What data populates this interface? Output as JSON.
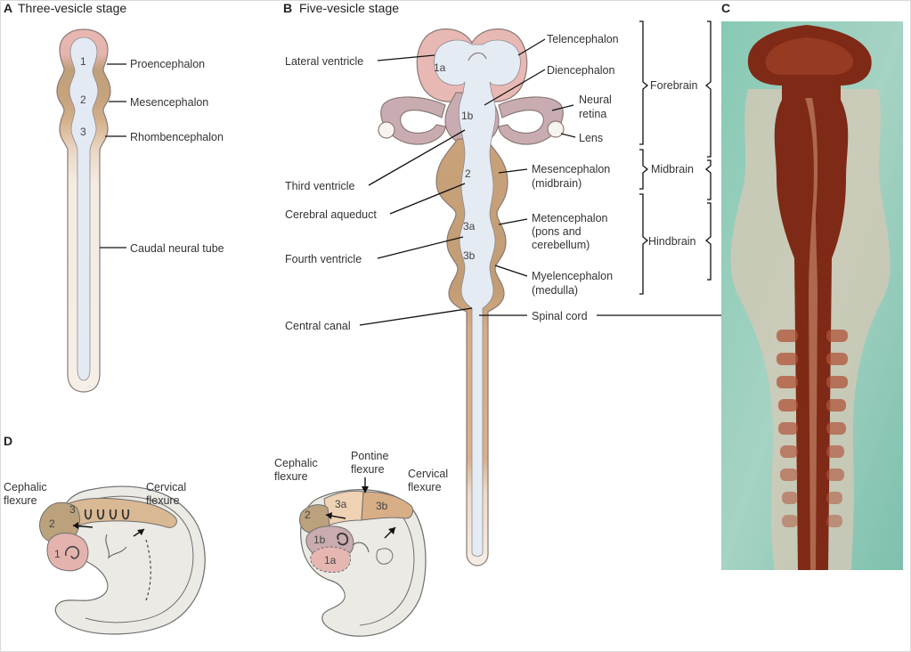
{
  "panels": {
    "a": {
      "letter": "A",
      "title": "Three-vesicle stage"
    },
    "b": {
      "letter": "B",
      "title": "Five-vesicle stage"
    },
    "c": {
      "letter": "C"
    },
    "d": {
      "letter": "D"
    }
  },
  "panel_a": {
    "labels": [
      "Proencephalon",
      "Mesencephalon",
      "Rhombencephalon",
      "Caudal neural tube"
    ],
    "numbers": [
      "1",
      "2",
      "3"
    ]
  },
  "panel_b": {
    "left_labels": [
      "Lateral ventricle",
      "Third ventricle",
      "Cerebral aqueduct",
      "Fourth ventricle",
      "Central canal"
    ],
    "right_labels": {
      "telencephalon": "Telencephalon",
      "diencephalon": "Diencephalon",
      "neural_retina": [
        "Neural",
        "retina"
      ],
      "lens": "Lens",
      "mesencephalon": [
        "Mesencephalon",
        "(midbrain)"
      ],
      "metencephalon": [
        "Metencephalon",
        "(pons and",
        "cerebellum)"
      ],
      "myelencephalon": [
        "Myelencephalon",
        "(medulla)"
      ],
      "spinal_cord": "Spinal cord"
    },
    "numbers": [
      "1a",
      "1b",
      "2",
      "3a",
      "3b"
    ],
    "brackets": [
      "Forebrain",
      "Midbrain",
      "Hindbrain"
    ]
  },
  "panel_d": {
    "left_embryo": {
      "labels": {
        "cephalic": [
          "Cephalic",
          "flexure"
        ],
        "cervical": [
          "Cervical",
          "flexure"
        ]
      },
      "numbers": [
        "1",
        "2",
        "3"
      ]
    },
    "right_embryo": {
      "labels": {
        "cephalic": [
          "Cephalic",
          "flexure"
        ],
        "pontine": [
          "Pontine",
          "flexure"
        ],
        "cervical": [
          "Cervical",
          "flexure"
        ]
      },
      "numbers": [
        "1a",
        "1b",
        "2",
        "3a",
        "3b"
      ]
    }
  },
  "colors": {
    "forebrain": "#e8b8b3",
    "diencephalon": "#c9abb0",
    "midbrain": "#b99a74",
    "hindbrain": "#d2aa82",
    "myelencephalon": "#dcb48c",
    "spinal": "#f3e8dc",
    "lumen": "#e6ecf4",
    "embryo_body": "#ebeae5",
    "photo_bg": "#7cc2ae",
    "tissue": "#7a2414"
  }
}
